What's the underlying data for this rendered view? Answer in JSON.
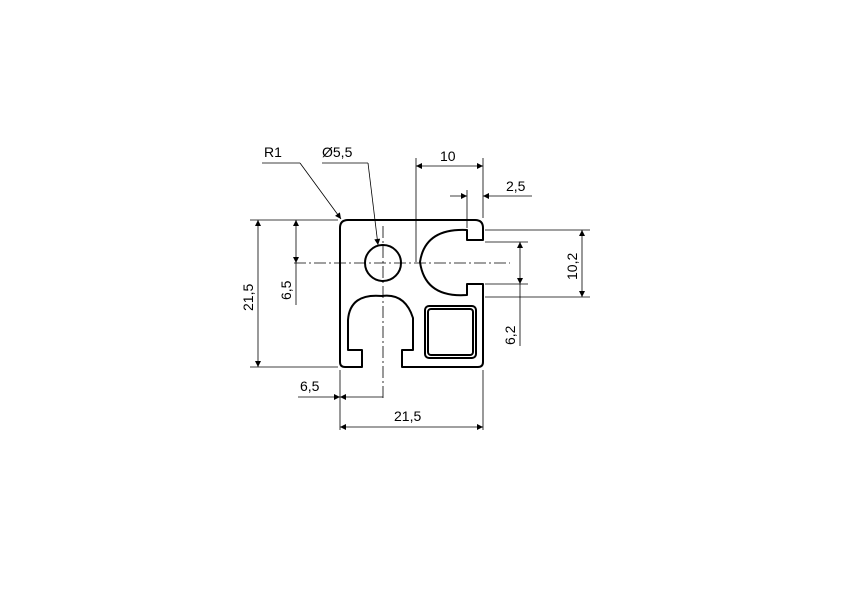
{
  "drawing": {
    "labels": {
      "radius": "R1",
      "diameter": "Ø5,5",
      "width_slot_offset": "10",
      "slot_depth": "2,5",
      "height_total": "21,5",
      "hole_height": "6,5",
      "slot_opening": "10,2",
      "slot_width": "6,2",
      "bottom_slot_offset": "6,5",
      "width_total": "21,5"
    }
  }
}
